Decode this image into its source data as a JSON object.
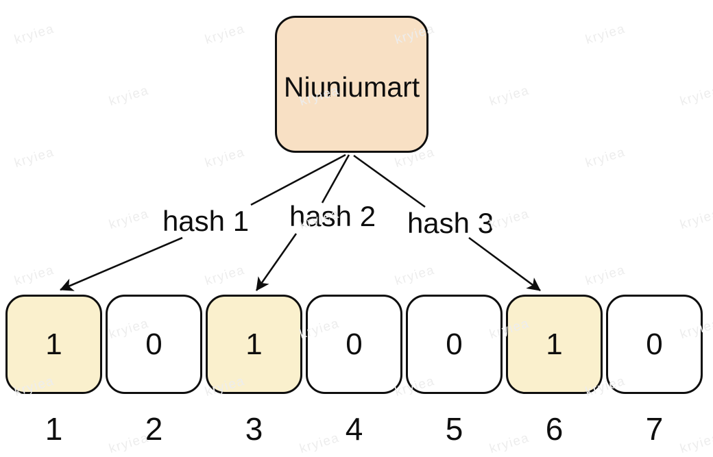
{
  "title_box": {
    "label": "Niuniumart"
  },
  "hash_labels": [
    {
      "label": "hash 1"
    },
    {
      "label": "hash 2"
    },
    {
      "label": "hash 3"
    }
  ],
  "bit_array": {
    "cells": [
      {
        "value": "1",
        "index": "1",
        "highlighted": true
      },
      {
        "value": "0",
        "index": "2",
        "highlighted": false
      },
      {
        "value": "1",
        "index": "3",
        "highlighted": true
      },
      {
        "value": "0",
        "index": "4",
        "highlighted": false
      },
      {
        "value": "0",
        "index": "5",
        "highlighted": false
      },
      {
        "value": "1",
        "index": "6",
        "highlighted": true
      },
      {
        "value": "0",
        "index": "7",
        "highlighted": false
      }
    ]
  },
  "watermark": {
    "text": "kryiea"
  },
  "colors": {
    "box_fill": "#f8e0c4",
    "highlight_fill": "#faf0cd",
    "cell_fill": "#ffffff",
    "stroke": "#0e0e0e",
    "watermark": "#ededed"
  }
}
